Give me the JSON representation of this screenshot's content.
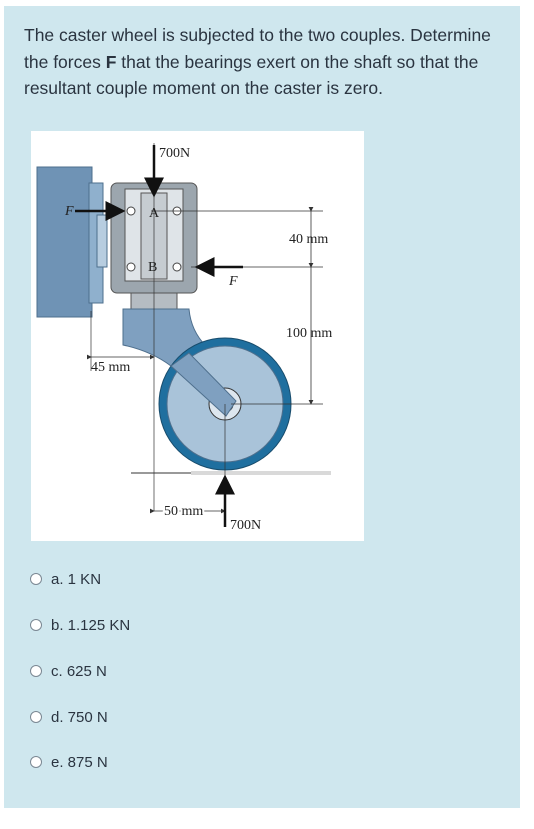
{
  "question": {
    "text_before": "The caster wheel is subjected to the two couples. Determine the forces ",
    "bold_var": "F",
    "text_after": " that the bearings exert on the shaft so that the resultant couple moment on the caster is zero."
  },
  "figure": {
    "labels": {
      "top_force": "700N",
      "bottom_force": "700N",
      "bearing_a": "A",
      "bearing_b": "B",
      "force_left": "F",
      "force_right": "F",
      "dim_40": "40 mm",
      "dim_100": "100 mm",
      "dim_45": "45 mm",
      "dim_50": "50 mm"
    }
  },
  "options": [
    {
      "label": "a. 1 KN"
    },
    {
      "label": "b. 1.125 KN"
    },
    {
      "label": "c. 625 N"
    },
    {
      "label": "d. 750 N"
    },
    {
      "label": "e. 875 N"
    }
  ]
}
